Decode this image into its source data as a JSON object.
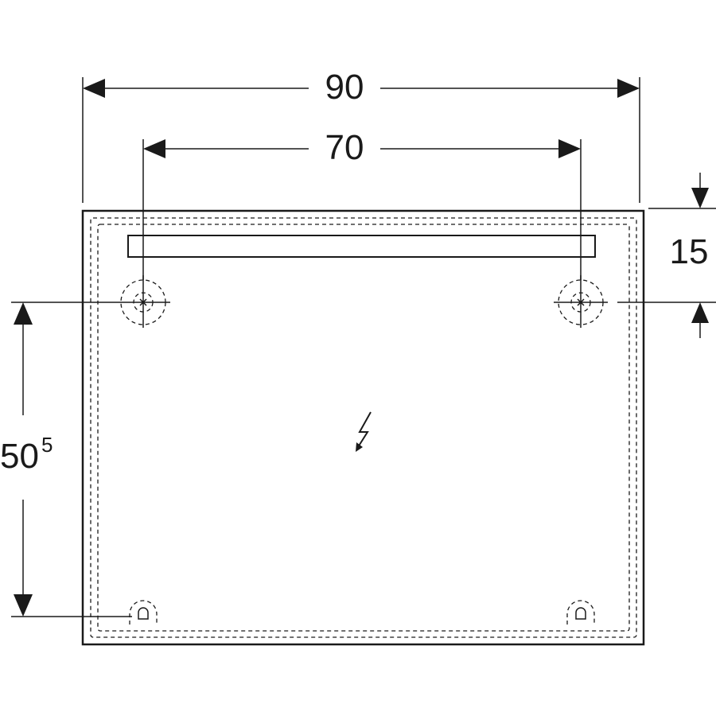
{
  "dimensions": {
    "total_width": "90",
    "hole_spacing": "70",
    "top_offset": "15",
    "vertical_spacing_main": "50",
    "vertical_spacing_sup": "5"
  }
}
